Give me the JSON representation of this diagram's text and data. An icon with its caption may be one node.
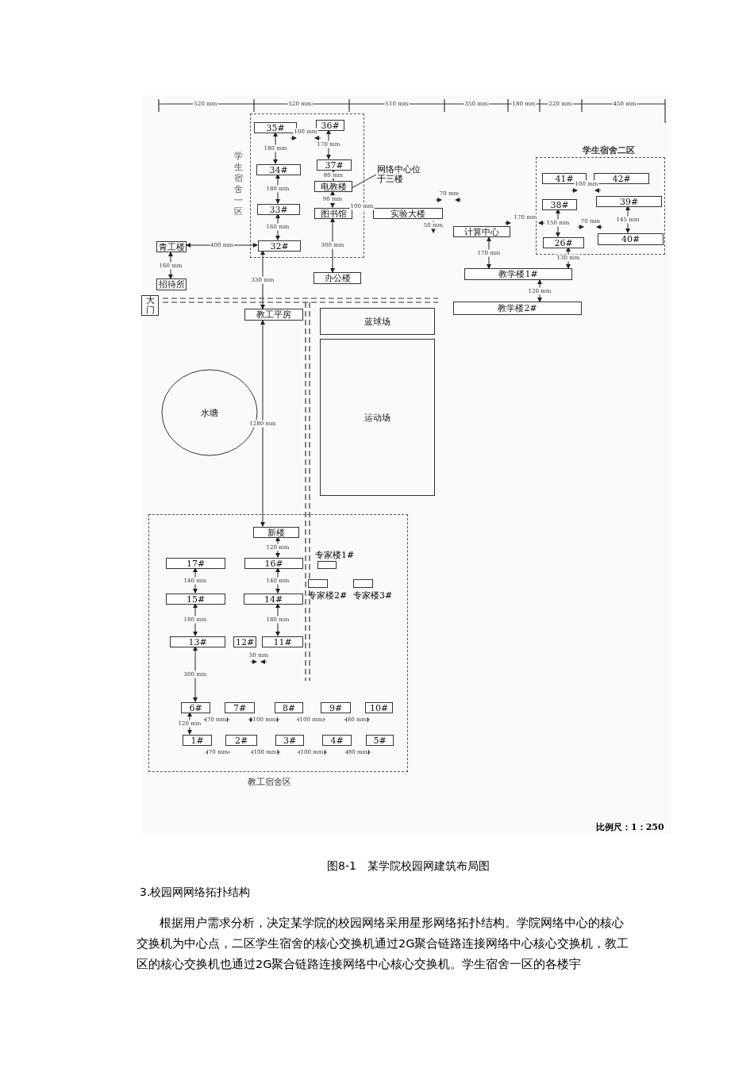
{
  "diagram": {
    "caption": "图8-1　某学院校园网建筑布局图",
    "nodes": [
      {
        "text": [
          "学生宿舍一区"
        ]
      },
      {
        "text": [
          "35#"
        ],
        "in": 0
      },
      {
        "text": [
          "36#"
        ],
        "in": 0
      },
      {
        "text": [
          "34#"
        ],
        "in": 0
      },
      {
        "text": [
          "37#"
        ],
        "in": 0
      },
      {
        "text": [
          "电教楼"
        ],
        "in": 0
      },
      {
        "text": [
          "33#"
        ],
        "in": 0
      },
      {
        "text": [
          "图书馆"
        ],
        "in": 0
      },
      {
        "text": [
          "32#"
        ],
        "in": 0
      },
      {
        "text": [
          "办公楼"
        ]
      },
      {
        "text": [
          "网络中心位于三楼"
        ]
      },
      {
        "text": [
          "实验大楼"
        ]
      },
      {
        "text": [
          "青工楼"
        ]
      },
      {
        "text": [
          "招待所"
        ]
      },
      {
        "text": [
          "计算中心"
        ]
      },
      {
        "text": [
          "学生宿舍二区"
        ]
      },
      {
        "text": [
          "41#"
        ],
        "in": 15
      },
      {
        "text": [
          "42#"
        ],
        "in": 15
      },
      {
        "text": [
          "38#"
        ],
        "in": 15
      },
      {
        "text": [
          "39#"
        ],
        "in": 15
      },
      {
        "text": [
          "26#"
        ],
        "in": 15
      },
      {
        "text": [
          "40#"
        ],
        "in": 15
      },
      {
        "text": [
          "教学楼1#"
        ]
      },
      {
        "text": [
          "教学楼2#"
        ]
      },
      {
        "text": [
          "大门"
        ]
      },
      {
        "text": [
          "教工平房"
        ]
      },
      {
        "text": [
          "蓝球场"
        ]
      },
      {
        "text": [
          "运动场"
        ]
      },
      {
        "text": [
          "水塘"
        ]
      },
      {
        "text": [
          "教工宿舍区"
        ]
      },
      {
        "text": [
          "新楼"
        ],
        "in": 29
      },
      {
        "text": [
          "17#"
        ],
        "in": 29
      },
      {
        "text": [
          "16#"
        ],
        "in": 29
      },
      {
        "text": [
          "专家楼1#"
        ],
        "in": 29
      },
      {
        "text": [
          "专家楼2#"
        ],
        "in": 29
      },
      {
        "text": [
          "专家楼3#"
        ],
        "in": 29
      },
      {
        "text": [
          "15#"
        ],
        "in": 29
      },
      {
        "text": [
          "14#"
        ],
        "in": 29
      },
      {
        "text": [
          "13#"
        ],
        "in": 29
      },
      {
        "text": [
          "12#"
        ],
        "in": 29
      },
      {
        "text": [
          "11#"
        ],
        "in": 29
      },
      {
        "text": [
          "6#"
        ],
        "in": 29
      },
      {
        "text": [
          "7#"
        ],
        "in": 29
      },
      {
        "text": [
          "8#"
        ],
        "in": 29
      },
      {
        "text": [
          "9#"
        ],
        "in": 29
      },
      {
        "text": [
          "10#"
        ],
        "in": 29
      },
      {
        "text": [
          "1#"
        ],
        "in": 29
      },
      {
        "text": [
          "2#"
        ],
        "in": 29
      },
      {
        "text": [
          "3#"
        ],
        "in": 29
      },
      {
        "text": [
          "4#"
        ],
        "in": 29
      },
      {
        "text": [
          "5#"
        ],
        "in": 29
      }
    ],
    "edges": [
      {
        "from": 10,
        "to": 5,
        "arrow": "none"
      },
      {
        "from": 1,
        "to": 3,
        "arrow": "both",
        "label": "180 mm"
      },
      {
        "from": 2,
        "to": 4,
        "arrow": "both",
        "label": "170 mm"
      },
      {
        "from": 4,
        "to": 5,
        "arrow": "both",
        "label": "80 mm"
      },
      {
        "from": 5,
        "to": 7,
        "arrow": "both",
        "label": "90 mm"
      },
      {
        "from": 3,
        "to": 6,
        "arrow": "both",
        "label": "180 mm"
      },
      {
        "from": 6,
        "to": 8,
        "arrow": "both",
        "label": "160 mm"
      },
      {
        "from": 7,
        "to": 9,
        "arrow": "both",
        "label": "300 mm"
      },
      {
        "from": 8,
        "to": 12,
        "arrow": "both",
        "label": "400 mm"
      },
      {
        "from": 12,
        "to": 13,
        "arrow": "both",
        "label": "160 mm"
      },
      {
        "from": 8,
        "to": 25,
        "arrow": "both",
        "label": "330 mm"
      },
      {
        "from": 14,
        "to": 22,
        "arrow": "both",
        "label": "170 mm"
      },
      {
        "from": 22,
        "to": 23,
        "arrow": "both",
        "label": "120 mm"
      },
      {
        "from": 18,
        "to": 20,
        "arrow": "both",
        "label": "150 mm"
      },
      {
        "from": 19,
        "to": 21,
        "arrow": "both",
        "label": "145 mm"
      },
      {
        "from": 25,
        "to": 30,
        "arrow": "both",
        "label": "1280 mm"
      },
      {
        "from": 30,
        "to": 32,
        "arrow": "both",
        "label": "120 mm"
      },
      {
        "from": 31,
        "to": 36,
        "arrow": "both",
        "label": "140 mm"
      },
      {
        "from": 32,
        "to": 37,
        "arrow": "both",
        "label": "140 mm"
      },
      {
        "from": 36,
        "to": 38,
        "arrow": "both",
        "label": "180 mm"
      },
      {
        "from": 37,
        "to": 40,
        "arrow": "both",
        "label": "180 mm"
      },
      {
        "from": 38,
        "to": 41,
        "arrow": "both",
        "label": "300 mm"
      },
      {
        "from": 41,
        "to": 46,
        "arrow": "both",
        "label": "120 mm"
      },
      {
        "from": 20,
        "to": 22,
        "arrow": "both",
        "label": "130 mm"
      }
    ],
    "labels": [
      "520 mm",
      "520 mm",
      "510 mm",
      "350 mm",
      "180 mm",
      "220 mm",
      "450 mm",
      "100 mm",
      "70 mm",
      "100 mm",
      "100 mm",
      "50 mm",
      "170 mm",
      "70 mm",
      "30 mm",
      "70 mm",
      "100 mm",
      "100 mm",
      "80 mm",
      "70 mm",
      "100 mm",
      "100 mm",
      "80 mm",
      "比例尺：1：250",
      "3.校园网网络拓扑结构",
      "根据用户需求分析，决定某学院的校园网络采用星形网络拓扑结构。学院网络中心的核心交换机为中心点，二区学生宿舍的核心交换机通过2G聚合链路连接网络中心核心交换机，教工区的核心交换机也通过2G聚合链路连接网络中心核心交换机。学生宿舍一区的各楼宇"
    ]
  }
}
